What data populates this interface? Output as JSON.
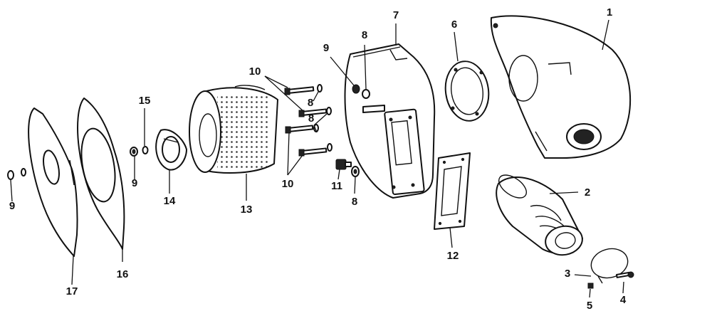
{
  "callouts": [
    {
      "id": "c1",
      "text": "1"
    },
    {
      "id": "c2",
      "text": "2"
    },
    {
      "id": "c3",
      "text": "3"
    },
    {
      "id": "c4",
      "text": "4"
    },
    {
      "id": "c5",
      "text": "5"
    },
    {
      "id": "c6",
      "text": "6"
    },
    {
      "id": "c7",
      "text": "7"
    },
    {
      "id": "c8a",
      "text": "8"
    },
    {
      "id": "c8b",
      "text": "8"
    },
    {
      "id": "c8c",
      "text": "8"
    },
    {
      "id": "c8d",
      "text": "8"
    },
    {
      "id": "c9a",
      "text": "9"
    },
    {
      "id": "c9b",
      "text": "9"
    },
    {
      "id": "c9c",
      "text": "9"
    },
    {
      "id": "c10a",
      "text": "10"
    },
    {
      "id": "c10b",
      "text": "10"
    },
    {
      "id": "c11",
      "text": "11"
    },
    {
      "id": "c12",
      "text": "12"
    },
    {
      "id": "c13",
      "text": "13"
    },
    {
      "id": "c14",
      "text": "14"
    },
    {
      "id": "c15",
      "text": "15"
    },
    {
      "id": "c16",
      "text": "16"
    },
    {
      "id": "c17",
      "text": "17"
    }
  ]
}
